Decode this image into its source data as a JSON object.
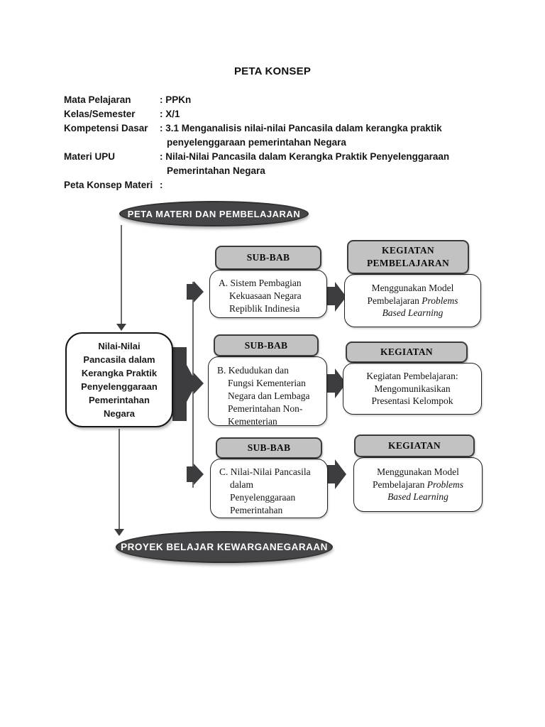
{
  "doc": {
    "title": "PETA KONSEP",
    "meta": [
      {
        "label": "Mata Pelajaran",
        "value": ": PPKn"
      },
      {
        "label": "Kelas/Semester",
        "value": ": X/1"
      },
      {
        "label": "Kompetensi Dasar",
        "value": ": 3.1 Menganalisis nilai-nilai Pancasila dalam kerangka praktik",
        "value2": "penyelenggaraan pemerintahan Negara"
      },
      {
        "label": "Materi UPU",
        "value": ": Nilai-Nilai Pancasila dalam Kerangka Praktik Penyelenggaraan",
        "value2": "Pemerintahan Negara"
      },
      {
        "label": "Peta Konsep Materi",
        "value": ":"
      }
    ]
  },
  "diagram": {
    "top_oval": "PETA MATERI DAN PEMBELAJARAN",
    "bottom_oval": "PROYEK BELAJAR KEWARGANEGARAAN",
    "left_node": {
      "lines": [
        "Nilai-Nilai",
        "Pancasila dalam",
        "Kerangka Praktik",
        "Penyelenggaraan",
        "Pemerintahan",
        "Negara"
      ]
    },
    "rows": [
      {
        "subbab_header": "SUB-BAB",
        "subbab_lines": [
          "A. Sistem Pembagian",
          "Kekuasaan Negara",
          "Repiblik Indinesia"
        ],
        "kegiatan_header_line1": "KEGIATAN",
        "kegiatan_header_line2": "PEMBELAJARAN",
        "kegiatan_line1": "Menggunakan Model",
        "kegiatan_line2_plain": "Pembelajaran",
        "kegiatan_line2_italic": "Problems",
        "kegiatan_line3_italic": "Based Learning"
      },
      {
        "subbab_header": "SUB-BAB",
        "subbab_lines": [
          "B. Kedudukan dan",
          "Fungsi Kementerian",
          "Negara dan Lembaga",
          "Pemerintahan Non-",
          "Kementerian"
        ],
        "kegiatan_header": "KEGIATAN",
        "kegiatan_lines": [
          "Kegiatan Pembelajaran:",
          "Mengomunikasikan",
          "Presentasi Kelompok"
        ]
      },
      {
        "subbab_header": "SUB-BAB",
        "subbab_lines": [
          "C. Nilai-Nilai Pancasila",
          "dalam",
          "Penyelenggaraan",
          "Pemerintahan"
        ],
        "kegiatan_header": "KEGIATAN",
        "kegiatan_line1": "Menggunakan Model",
        "kegiatan_line2_plain": "Pembelajaran",
        "kegiatan_line2_italic": "Problems",
        "kegiatan_line3_italic": "Based Learning"
      }
    ],
    "colors": {
      "oval_fill": "#454547",
      "header_fill": "#c2c2c2",
      "arrow": "#3d3d3f",
      "connector_line": "#6a6a6a"
    }
  }
}
